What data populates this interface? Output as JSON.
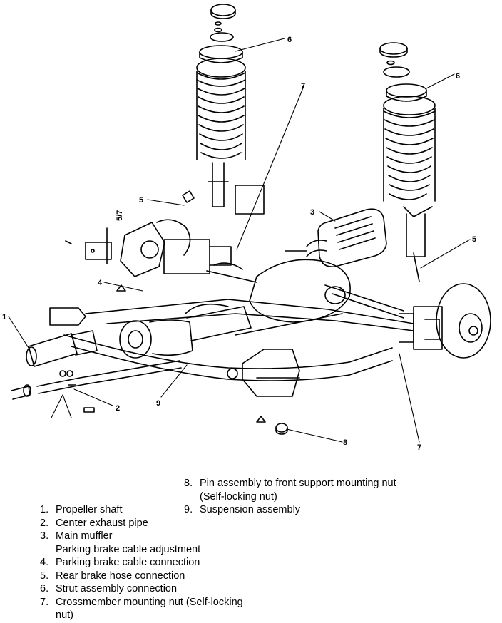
{
  "callouts": {
    "c1": "1",
    "c2": "2",
    "c3": "3",
    "c4": "4",
    "c5a": "5",
    "c5b": "5",
    "c6a": "6",
    "c6b": "6",
    "c7a": "7",
    "c7b": "7",
    "c8": "8",
    "c9": "9",
    "c_side": "5/7"
  },
  "legend": {
    "items": [
      {
        "num": "1.",
        "text": "Propeller shaft"
      },
      {
        "num": "2.",
        "text": "Center exhaust pipe"
      },
      {
        "num": "3.",
        "text": "Main muffler"
      },
      {
        "num": "",
        "text": "Parking brake cable adjustment"
      },
      {
        "num": "4.",
        "text": "Parking brake cable connection"
      },
      {
        "num": "5.",
        "text": "Rear brake hose connection"
      },
      {
        "num": "6.",
        "text": "Strut assembly connection"
      },
      {
        "num": "7.",
        "text": "Crossmember mounting nut (Self-locking"
      },
      {
        "num": "",
        "text": "nut)"
      },
      {
        "num": "8.",
        "text": "Pin assembly to front support mounting nut"
      },
      {
        "num": "",
        "text": "(Self-locking nut)"
      },
      {
        "num": "9.",
        "text": "Suspension assembly"
      }
    ]
  },
  "colors": {
    "ink": "#000000",
    "paper": "#ffffff"
  }
}
